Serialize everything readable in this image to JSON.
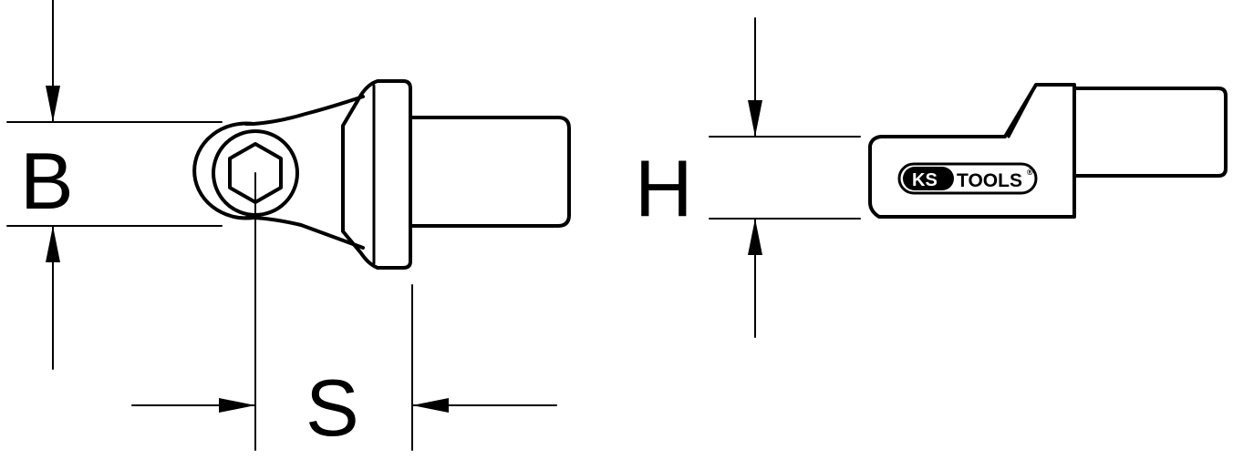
{
  "dimensions": {
    "B": "B",
    "S": "S",
    "H": "H"
  },
  "logo": {
    "ks": "KS",
    "tools": "TOOLS",
    "registered": "®"
  },
  "colors": {
    "line": "#000000",
    "background": "#ffffff"
  }
}
